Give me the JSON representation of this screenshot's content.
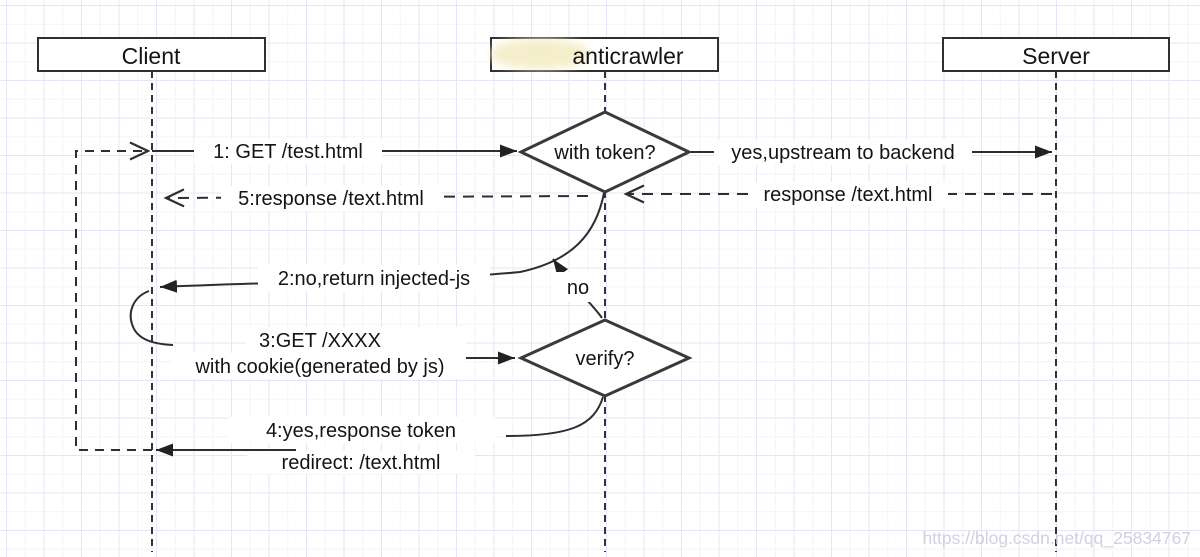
{
  "headers": {
    "client": "Client",
    "anticrawler": "anticrawler",
    "server": "Server"
  },
  "decisions": {
    "with_token": "with token?",
    "verify": "verify?"
  },
  "messages": {
    "m1": "1: GET /test.html",
    "upstream": "yes,upstream to backend",
    "server_response": "response /text.html",
    "m5": "5:response /text.html",
    "m2": "2:no,return injected-js",
    "no_label": "no",
    "m3a": "3:GET /XXXX",
    "m3b": "with cookie(generated by js)",
    "m4a": "4:yes,response token",
    "m4b": "redirect: /text.html"
  },
  "watermark": "https://blog.csdn.net/qq_25834767",
  "colors": {
    "line": "#2e2e2e",
    "diamond_stroke": "#3a3a3a",
    "grid_minor": "#f4f2fb",
    "grid_major": "#e7e4f6",
    "highlight_blob": "#f5eecb",
    "watermark": "#c6c6d8"
  }
}
